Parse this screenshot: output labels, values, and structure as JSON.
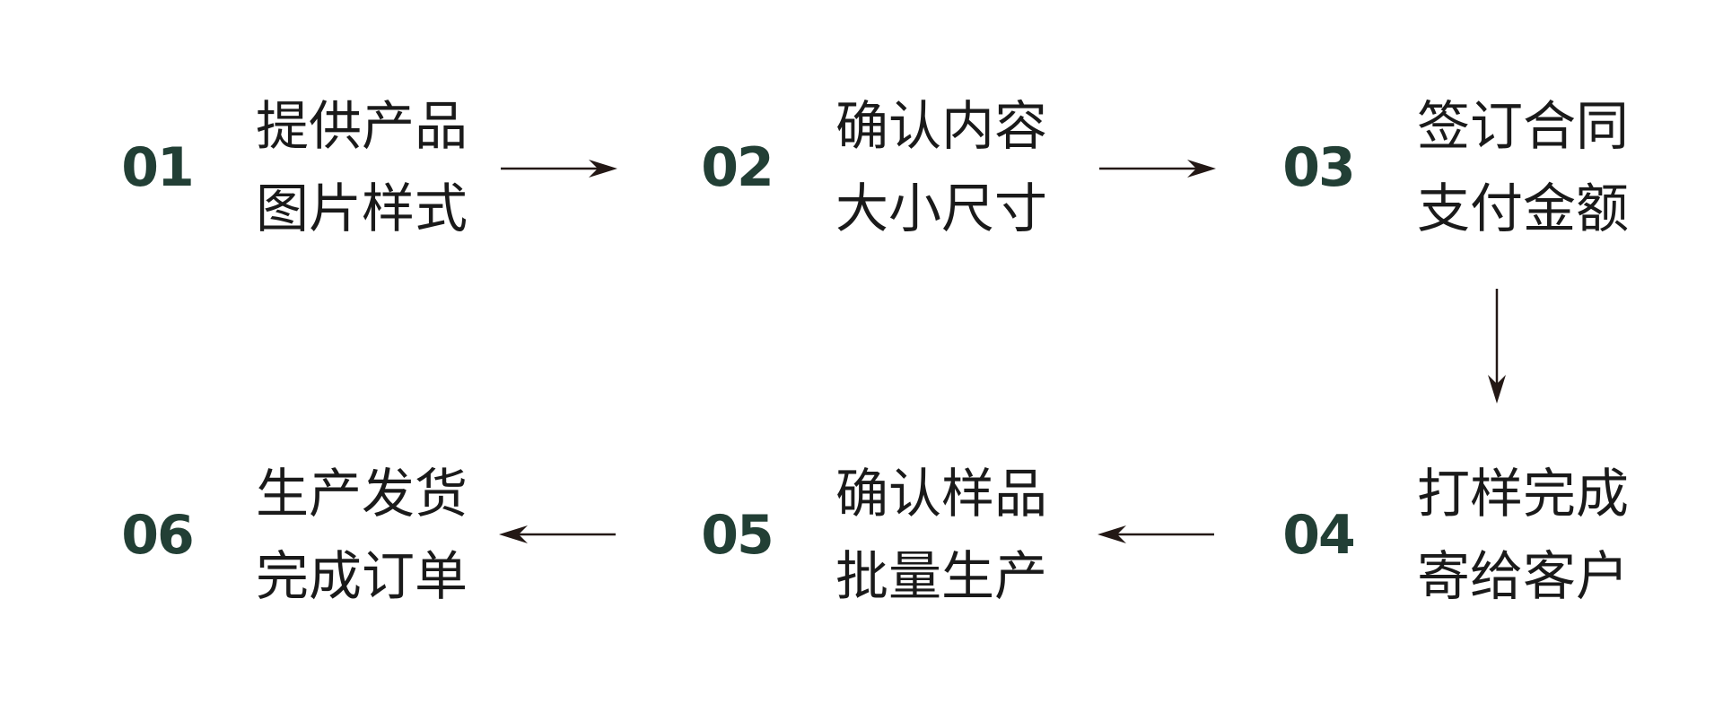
{
  "colors": {
    "number": "#223f35",
    "text": "#1a1a1a",
    "arrow": "#231815"
  },
  "steps": [
    {
      "number": "01",
      "line1": "提供产品",
      "line2": "图片样式"
    },
    {
      "number": "02",
      "line1": "确认内容",
      "line2": "大小尺寸"
    },
    {
      "number": "03",
      "line1": "签订合同",
      "line2": "支付金额"
    },
    {
      "number": "04",
      "line1": "打样完成",
      "line2": "寄给客户"
    },
    {
      "number": "05",
      "line1": "确认样品",
      "line2": "批量生产"
    },
    {
      "number": "06",
      "line1": "生产发货",
      "line2": "完成订单"
    }
  ],
  "arrows": [
    {
      "from": "01",
      "to": "02",
      "direction": "right"
    },
    {
      "from": "02",
      "to": "03",
      "direction": "right"
    },
    {
      "from": "03",
      "to": "04",
      "direction": "down"
    },
    {
      "from": "04",
      "to": "05",
      "direction": "left"
    },
    {
      "from": "05",
      "to": "06",
      "direction": "left"
    }
  ]
}
